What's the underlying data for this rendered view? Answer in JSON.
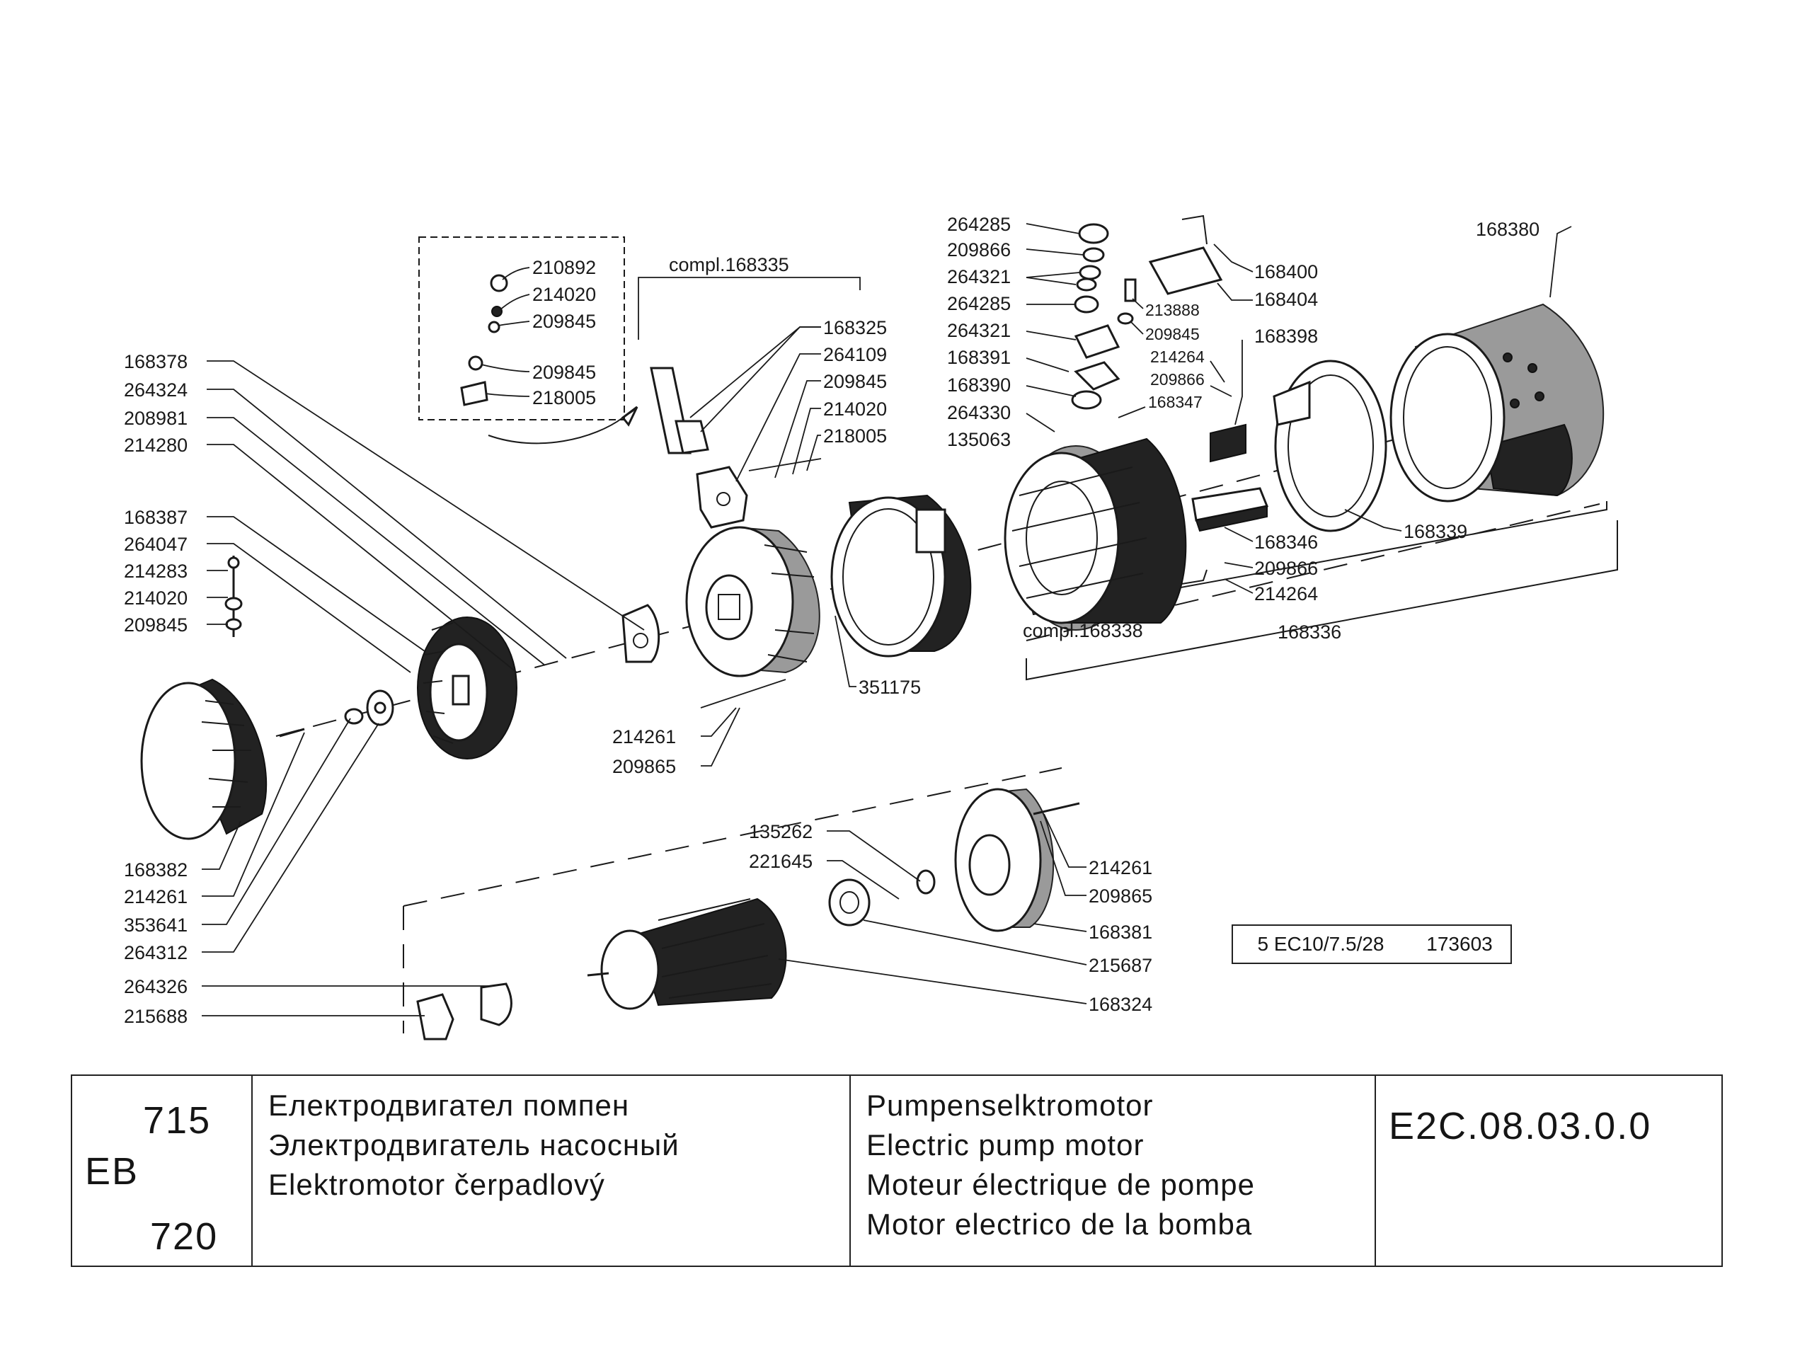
{
  "diagram": {
    "part_numbers": {
      "p210892": "210892",
      "p214020a": "214020",
      "p209845a": "209845",
      "p209845b": "209845",
      "p218005a": "218005",
      "compl_168335": "compl.168335",
      "p168325": "168325",
      "p264109": "264109",
      "p209845c": "209845",
      "p214020b": "214020",
      "p218005b": "218005",
      "p168378": "168378",
      "p264324": "264324",
      "p208981": "208981",
      "p214280": "214280",
      "p168387": "168387",
      "p264047": "264047",
      "p214283": "214283",
      "p214020c": "214020",
      "p209845d": "209845",
      "p214261a": "214261",
      "p209865a": "209865",
      "p351175": "351175",
      "p264285a": "264285",
      "p209866a": "209866",
      "p264321a": "264321",
      "p264285b": "264285",
      "p264321b": "264321",
      "p168391": "168391",
      "p168390": "168390",
      "p264330": "264330",
      "p135063": "135063",
      "p213888": "213888",
      "p209845e": "209845",
      "p214264a": "214264",
      "p209866b": "209866",
      "p168347": "168347",
      "p168398": "168398",
      "p168400": "168400",
      "p168404": "168404",
      "p168380": "168380",
      "p168339": "168339",
      "p168346": "168346",
      "p209866c": "209866",
      "p214264b": "214264",
      "compl_168338": "compl.168338",
      "p168336": "168336",
      "p168382": "168382",
      "p214261b": "214261",
      "p353641": "353641",
      "p264312": "264312",
      "p264326": "264326",
      "p215688": "215688",
      "p135262": "135262",
      "p221645": "221645",
      "p214261c": "214261",
      "p209865b": "209865",
      "p168381": "168381",
      "p215687": "215687",
      "p168324": "168324"
    },
    "reference_box": {
      "left": "5 EC10/7.5/28",
      "right": "173603"
    }
  },
  "title_block": {
    "code_top": "715",
    "code_mid": "EB",
    "code_bottom": "720",
    "cyrillic_lines": [
      "Електродвигател помпен",
      "Электродвигатель насосный",
      "Elektromotor čerpadlový"
    ],
    "latin_lines": [
      "Pumpenselktromotor",
      "Electric pump motor",
      "Moteur électrique de pompe",
      "Motor electrico de la bomba"
    ],
    "document_number": "E2C.08.03.0.0"
  }
}
